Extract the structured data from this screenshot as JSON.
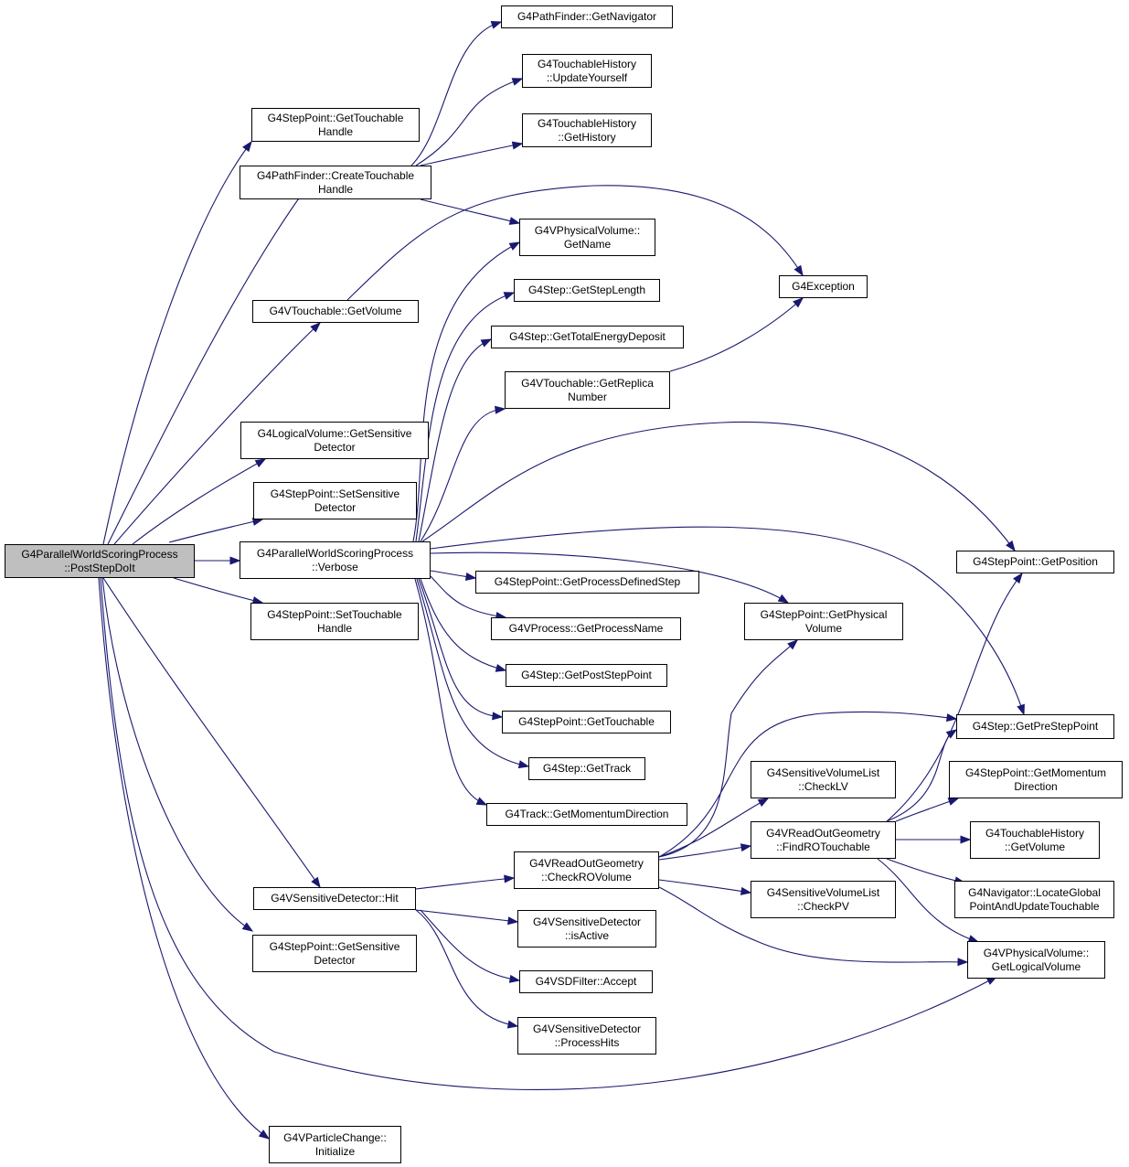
{
  "colors": {
    "edge": "#191970",
    "root_fill": "#bfbfbf",
    "node_fill": "#ffffff",
    "border": "#000000"
  },
  "nodes": {
    "root": [
      "G4ParallelWorldScoringProcess",
      "::PostStepDoIt"
    ],
    "gethandle": [
      "G4StepPoint::GetTouchable",
      "Handle"
    ],
    "pf_create": [
      "G4PathFinder::CreateTouchable",
      "Handle"
    ],
    "pf_getnav": [
      "G4PathFinder::GetNavigator"
    ],
    "th_update": [
      "G4TouchableHistory",
      "::UpdateYourself"
    ],
    "th_gethist": [
      "G4TouchableHistory",
      "::GetHistory"
    ],
    "pv_getname": [
      "G4VPhysicalVolume::",
      "GetName"
    ],
    "vt_getvol": [
      "G4VTouchable::GetVolume"
    ],
    "exception": [
      "G4Exception"
    ],
    "step_len": [
      "G4Step::GetStepLength"
    ],
    "step_edep": [
      "G4Step::GetTotalEnergyDeposit"
    ],
    "vt_replica": [
      "G4VTouchable::GetReplica",
      "Number"
    ],
    "lv_getsd": [
      "G4LogicalVolume::GetSensitive",
      "Detector"
    ],
    "sp_setsd": [
      "G4StepPoint::SetSensitive",
      "Detector"
    ],
    "verbose": [
      "G4ParallelWorldScoringProcess",
      "::Verbose"
    ],
    "sp_getpos": [
      "G4StepPoint::GetPosition"
    ],
    "sp_procdef": [
      "G4StepPoint::GetProcessDefinedStep"
    ],
    "sp_settouch": [
      "G4StepPoint::SetTouchable",
      "Handle"
    ],
    "sp_getphys": [
      "G4StepPoint::GetPhysical",
      "Volume"
    ],
    "proc_name": [
      "G4VProcess::GetProcessName"
    ],
    "step_post": [
      "G4Step::GetPostStepPoint"
    ],
    "sp_gettouch": [
      "G4StepPoint::GetTouchable"
    ],
    "step_pre": [
      "G4Step::GetPreStepPoint"
    ],
    "step_track": [
      "G4Step::GetTrack"
    ],
    "svl_checklv": [
      "G4SensitiveVolumeList",
      "::CheckLV"
    ],
    "sp_getmom": [
      "G4StepPoint::GetMomentum",
      "Direction"
    ],
    "track_mom": [
      "G4Track::GetMomentumDirection"
    ],
    "ro_find": [
      "G4VReadOutGeometry",
      "::FindROTouchable"
    ],
    "th_getvol": [
      "G4TouchableHistory",
      "::GetVolume"
    ],
    "ro_check": [
      "G4VReadOutGeometry",
      "::CheckROVolume"
    ],
    "sd_hit": [
      "G4VSensitiveDetector::Hit"
    ],
    "svl_checkpv": [
      "G4SensitiveVolumeList",
      "::CheckPV"
    ],
    "nav_locate": [
      "G4Navigator::LocateGlobal",
      "PointAndUpdateTouchable"
    ],
    "sd_active": [
      "G4VSensitiveDetector",
      "::isActive"
    ],
    "sp_getsd": [
      "G4StepPoint::GetSensitive",
      "Detector"
    ],
    "pv_getlv": [
      "G4VPhysicalVolume::",
      "GetLogicalVolume"
    ],
    "filter_accept": [
      "G4VSDFilter::Accept"
    ],
    "sd_process": [
      "G4VSensitiveDetector",
      "::ProcessHits"
    ],
    "pc_init": [
      "G4VParticleChange::",
      "Initialize"
    ]
  }
}
